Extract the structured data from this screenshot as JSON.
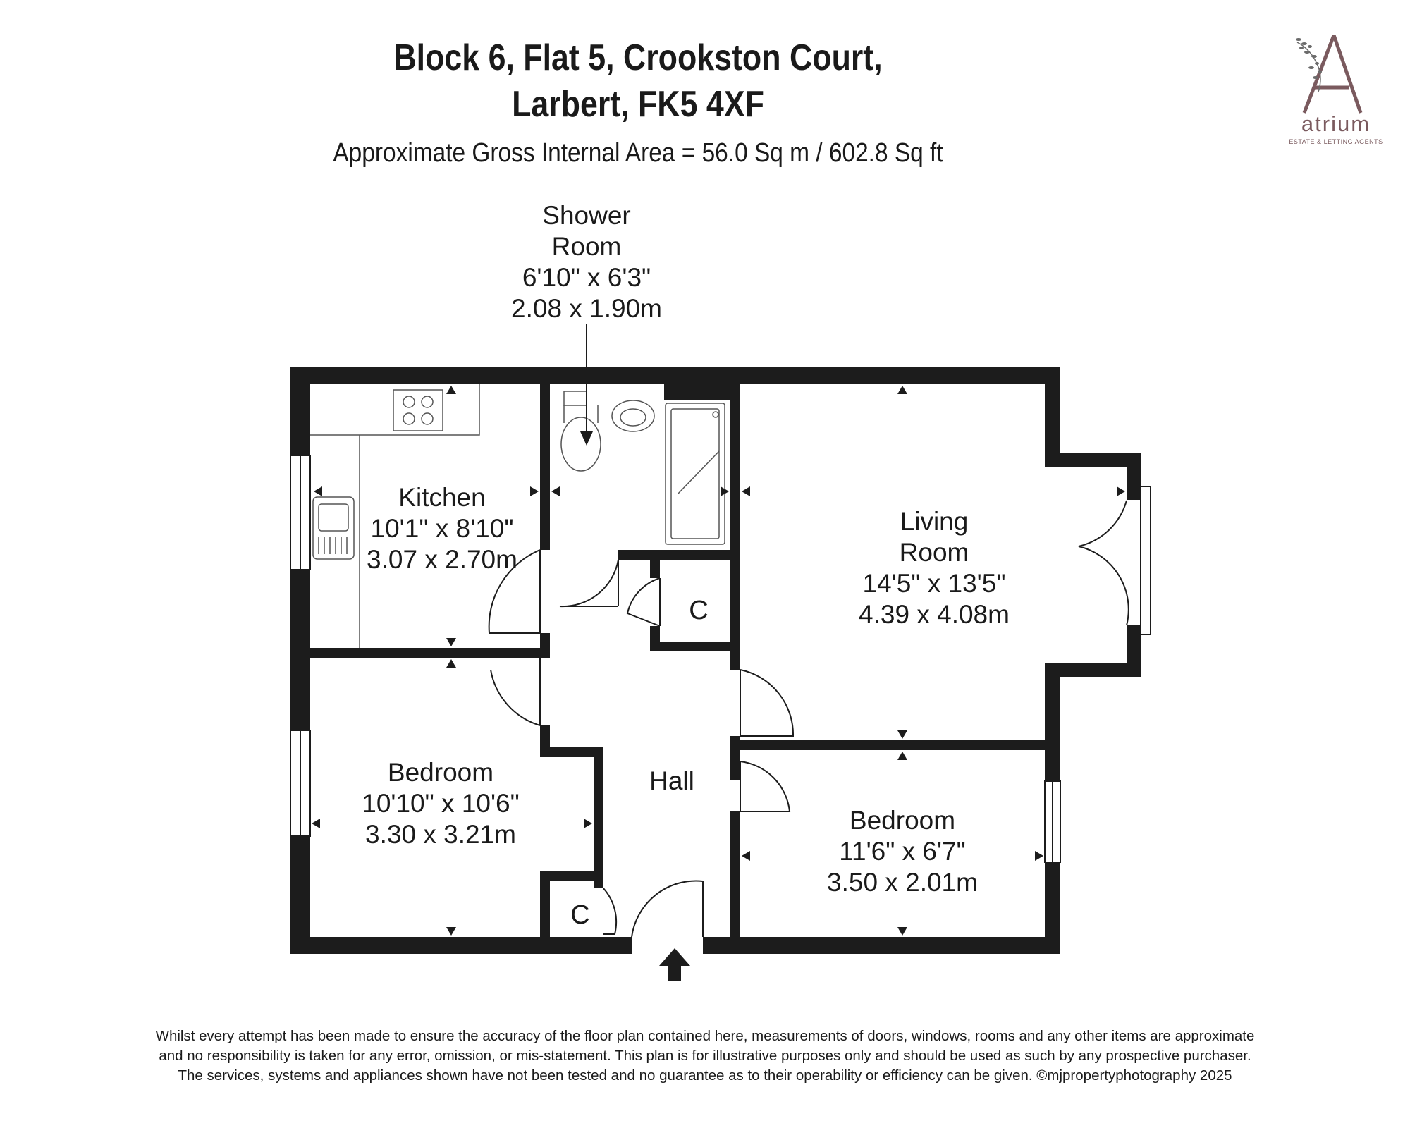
{
  "header": {
    "title_line1": "Block 6, Flat 5, Crookston Court,",
    "title_line2": "Larbert, FK5 4XF",
    "area": "Approximate Gross Internal Area = 56.0 Sq m / 602.8 Sq ft"
  },
  "logo": {
    "word": "atrium",
    "tagline": "ESTATE & LETTING AGENTS"
  },
  "rooms": {
    "shower": {
      "name1": "Shower",
      "name2": "Room",
      "imperial": "6'10\" x 6'3\"",
      "metric": "2.08 x 1.90m"
    },
    "kitchen": {
      "name": "Kitchen",
      "imperial": "10'1\" x 8'10\"",
      "metric": "3.07 x 2.70m"
    },
    "living": {
      "name1": "Living",
      "name2": "Room",
      "imperial": "14'5\" x 13'5\"",
      "metric": "4.39 x 4.08m"
    },
    "bedroom1": {
      "name": "Bedroom",
      "imperial": "10'10\" x 10'6\"",
      "metric": "3.30 x 3.21m"
    },
    "bedroom2": {
      "name": "Bedroom",
      "imperial": "11'6\" x 6'7\"",
      "metric": "3.50 x 2.01m"
    },
    "hall": {
      "name": "Hall"
    },
    "cupboard1": {
      "name": "C"
    },
    "cupboard2": {
      "name": "C"
    }
  },
  "disclaimer": [
    "Whilst every attempt has been made to ensure the accuracy of the floor plan contained here, measurements of doors, windows, rooms and any other items are approximate",
    "and no responsibility is taken for any error, omission, or mis-statement. This plan is for illustrative purposes only and should be used as such by any prospective purchaser.",
    "The services, systems and appliances shown have not been tested and no guarantee as to their operability or efficiency can be given. ©mjpropertyphotography 2025"
  ]
}
